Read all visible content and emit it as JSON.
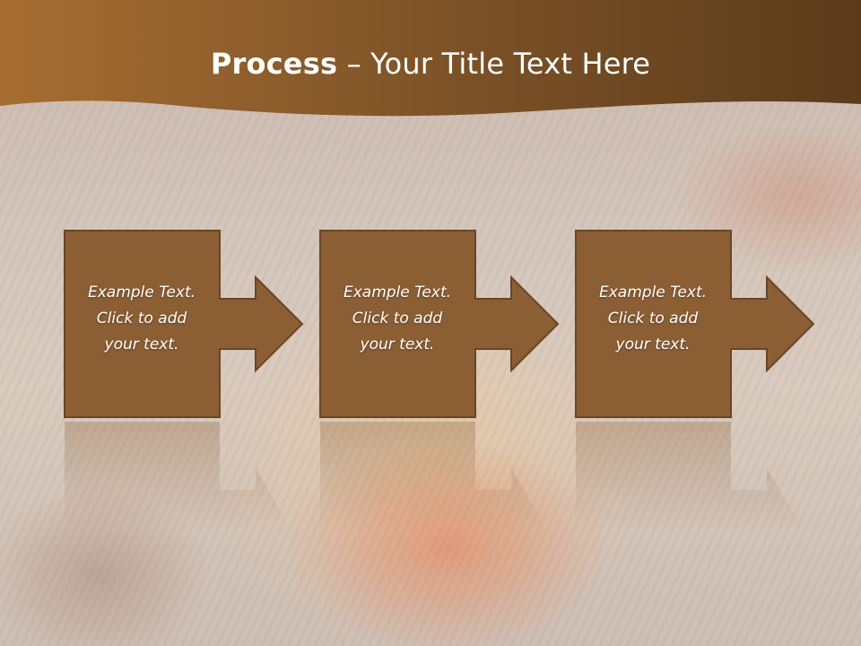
{
  "slide": {
    "title_bold": "Process",
    "title_rest": " – Your Title Text Here",
    "steps": [
      {
        "lines": [
          "Example Text.",
          "Click  to add",
          "your text."
        ]
      },
      {
        "lines": [
          "Example Text.",
          "Click  to add",
          "your text."
        ]
      },
      {
        "lines": [
          "Example Text.",
          "Click  to add",
          "your text."
        ]
      }
    ]
  },
  "colors": {
    "header_dark": "#5e3d1c",
    "header_light": "#a46b30",
    "box_fill": "#8b5e34",
    "box_stroke": "#6a4526",
    "title_text": "#ffffff"
  }
}
